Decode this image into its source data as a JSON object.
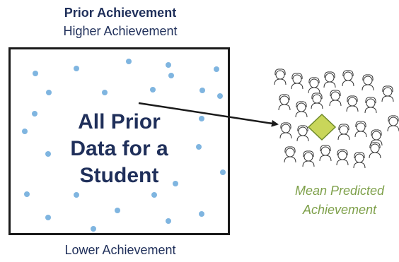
{
  "prior_achievement": {
    "title": "Prior Achievement",
    "higher_label": "Higher Achievement",
    "lower_label": "Lower Achievement"
  },
  "box": {
    "line1": "All Prior",
    "line2": "Data for a",
    "line3": "Student"
  },
  "result": {
    "line1": "Mean Predicted",
    "line2": "Achievement"
  },
  "colors": {
    "dot": "#7fb5e0",
    "text_dark": "#1f2f5a",
    "accent_green": "#7ea04a",
    "diamond_fill": "#c9d65a",
    "frame": "#1a1a1a"
  }
}
